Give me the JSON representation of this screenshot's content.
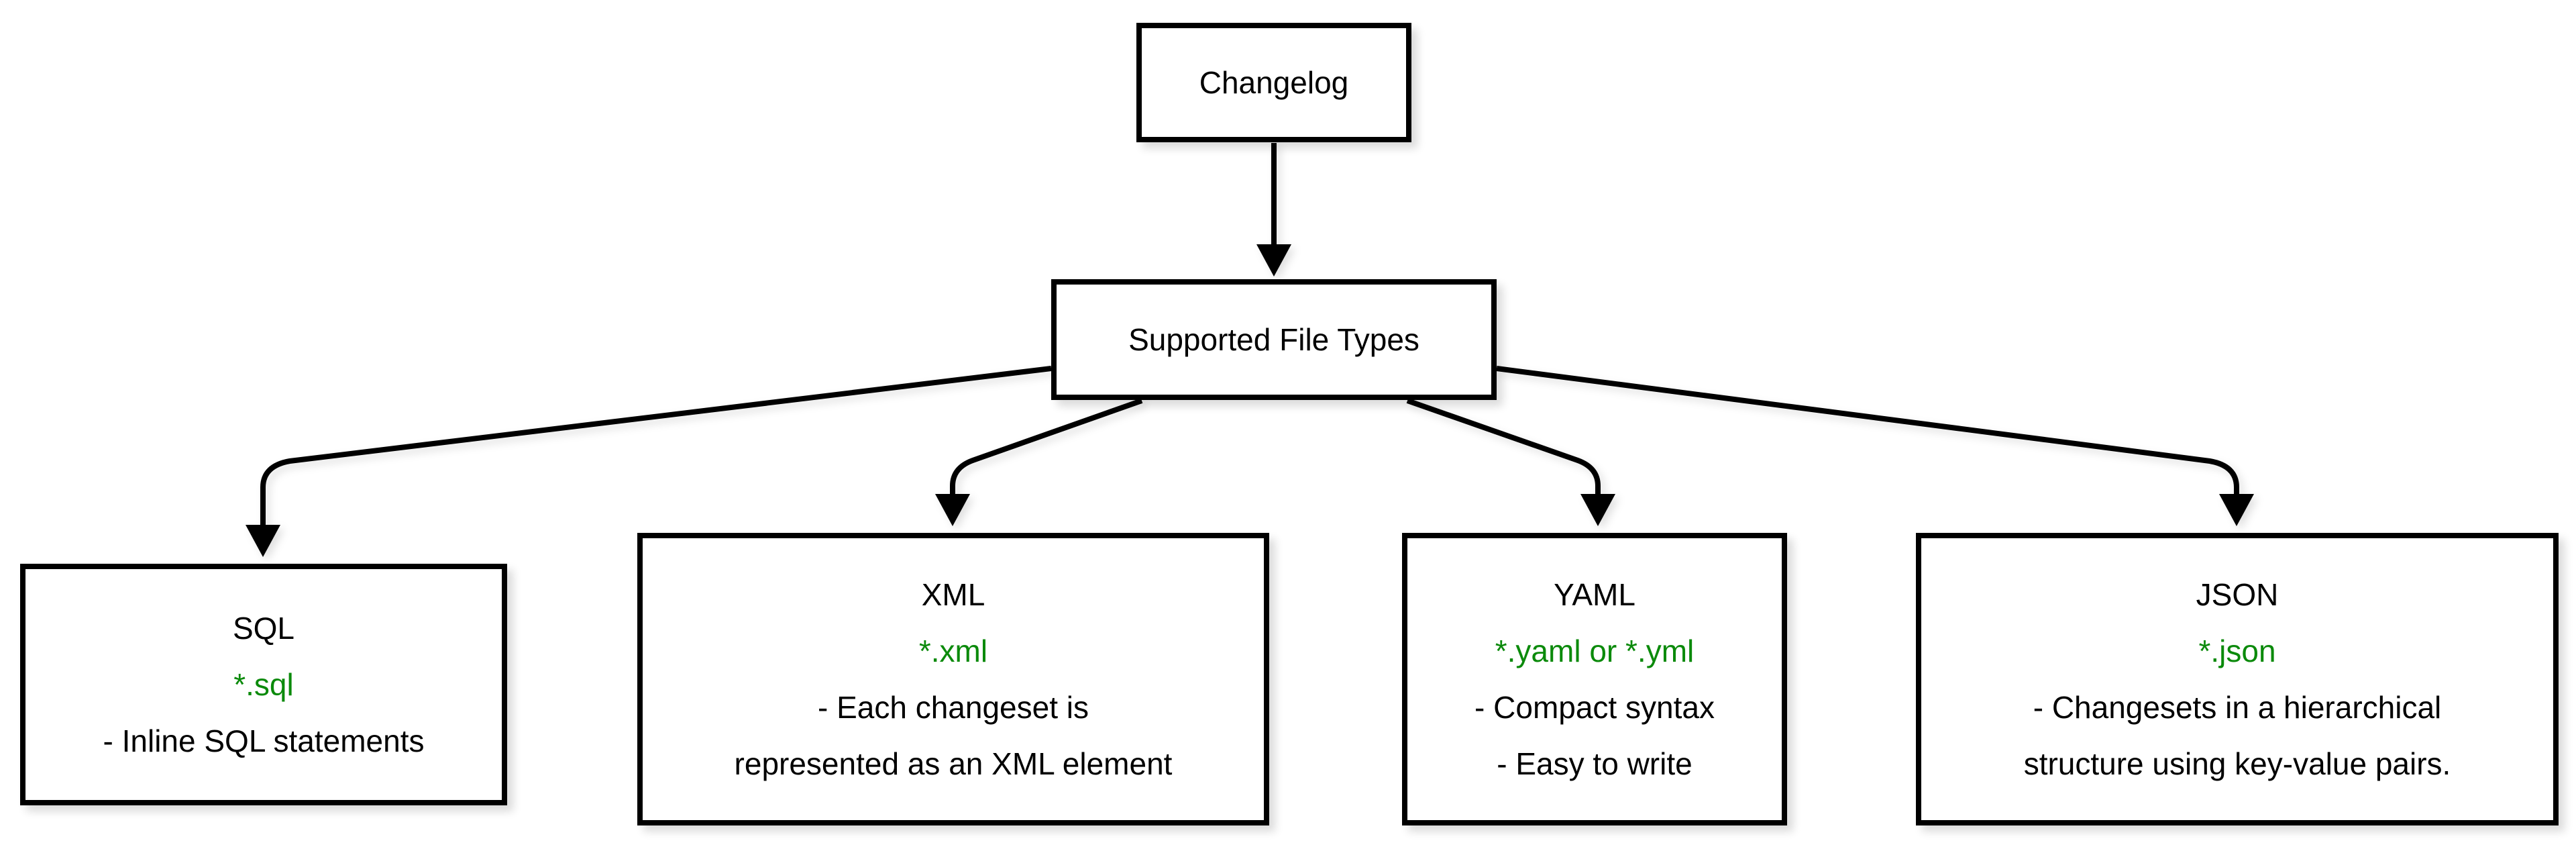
{
  "diagram": {
    "root": {
      "label": "Changelog"
    },
    "hub": {
      "label": "Supported File Types"
    },
    "file_types": [
      {
        "name": "SQL",
        "extension": "*.sql",
        "notes": [
          "- Inline SQL statements"
        ]
      },
      {
        "name": "XML",
        "extension": "*.xml",
        "notes": [
          "- Each changeset is",
          "represented as an XML element"
        ]
      },
      {
        "name": "YAML",
        "extension": "*.yaml or *.yml",
        "notes": [
          "- Compact syntax",
          "- Easy to write"
        ]
      },
      {
        "name": "JSON",
        "extension": "*.json",
        "notes": [
          "- Changesets in a hierarchical",
          "structure using key-value pairs."
        ]
      }
    ],
    "colors": {
      "extension_text": "#0b8a0b",
      "stroke": "#000000",
      "node_fill": "#ffffff",
      "background": "#ffffff"
    }
  }
}
